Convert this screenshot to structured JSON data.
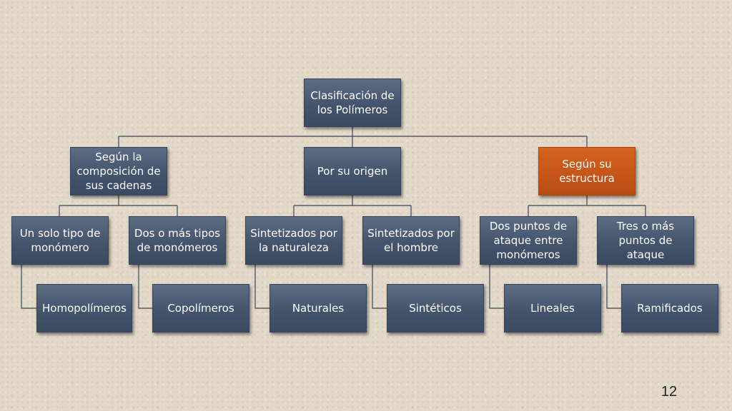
{
  "diagram": {
    "root": "Clasificación de los Polímeros",
    "level1": [
      "Según la composición de sus cadenas",
      "Por su origen",
      "Según su estructura"
    ],
    "level2": [
      "Un solo tipo de monómero",
      "Dos o más tipos de monómeros",
      "Sintetizados por la naturaleza",
      "Sintetizados por el hombre",
      "Dos puntos de ataque entre monómeros",
      "Tres o más puntos de ataque"
    ],
    "level3": [
      "Homopolímeros",
      "Copolímeros",
      "Naturales",
      "Sintéticos",
      "Lineales",
      "Ramificados"
    ]
  },
  "highlight_color": "#c55418",
  "box_color": "#44546d",
  "page_number": "12"
}
